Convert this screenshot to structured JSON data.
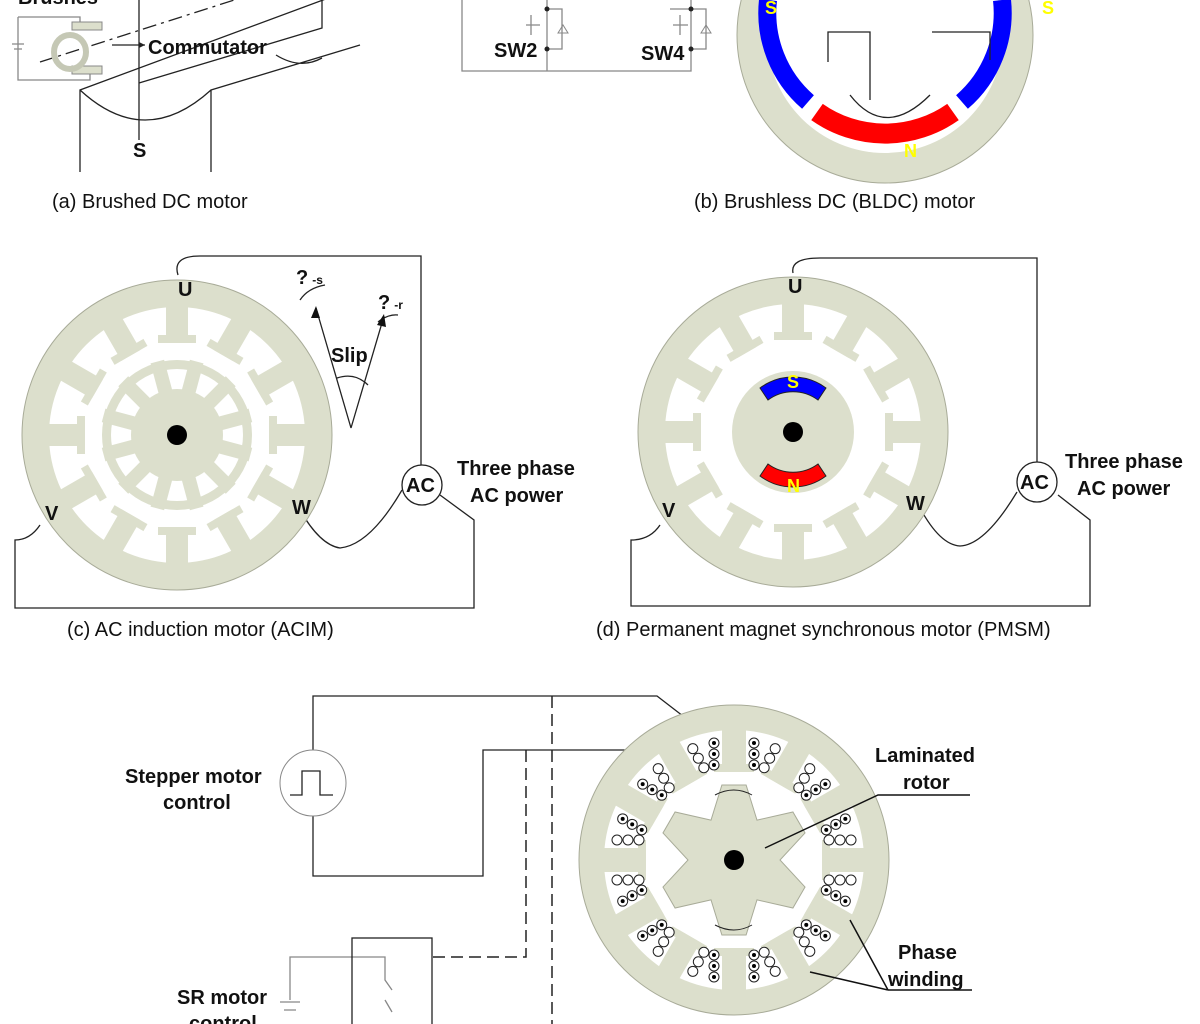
{
  "colors": {
    "stator": "#dcdfcc",
    "stator_edge": "#a8ab98",
    "north": "#ff0000",
    "south": "#0000ff",
    "pole_text": "#ffff00"
  },
  "panel_a": {
    "brushes": "Brushes",
    "commutator": "Commutator",
    "pole": "S",
    "caption": "(a) Brushed DC motor"
  },
  "panel_b": {
    "sw2": "SW2",
    "sw4": "SW4",
    "pole_s_left": "S",
    "pole_s_right": "S",
    "pole_n": "N",
    "caption": "(b) Brushless DC (BLDC) motor"
  },
  "panel_c": {
    "u": "U",
    "v": "V",
    "w": "W",
    "ac": "AC",
    "power_line1": "Three phase",
    "power_line2": "AC power",
    "omega_s": "?",
    "omega_s_sub": "-s",
    "omega_r": "?",
    "omega_r_sub": "-r",
    "slip": "Slip",
    "caption": "(c) AC induction motor (ACIM)"
  },
  "panel_d": {
    "u": "U",
    "v": "V",
    "w": "W",
    "ac": "AC",
    "power_line1": "Three phase",
    "power_line2": "AC power",
    "pole_s": "S",
    "pole_n": "N",
    "caption": "(d) Permanent magnet synchronous motor  (PMSM)"
  },
  "panel_e": {
    "stepper_line1": "Stepper motor",
    "stepper_line2": "control",
    "sr_line1": "SR motor",
    "sr_line2": "control",
    "rotor_line1": "Laminated",
    "rotor_line2": "rotor",
    "winding_line1": "Phase",
    "winding_line2": "winding"
  }
}
